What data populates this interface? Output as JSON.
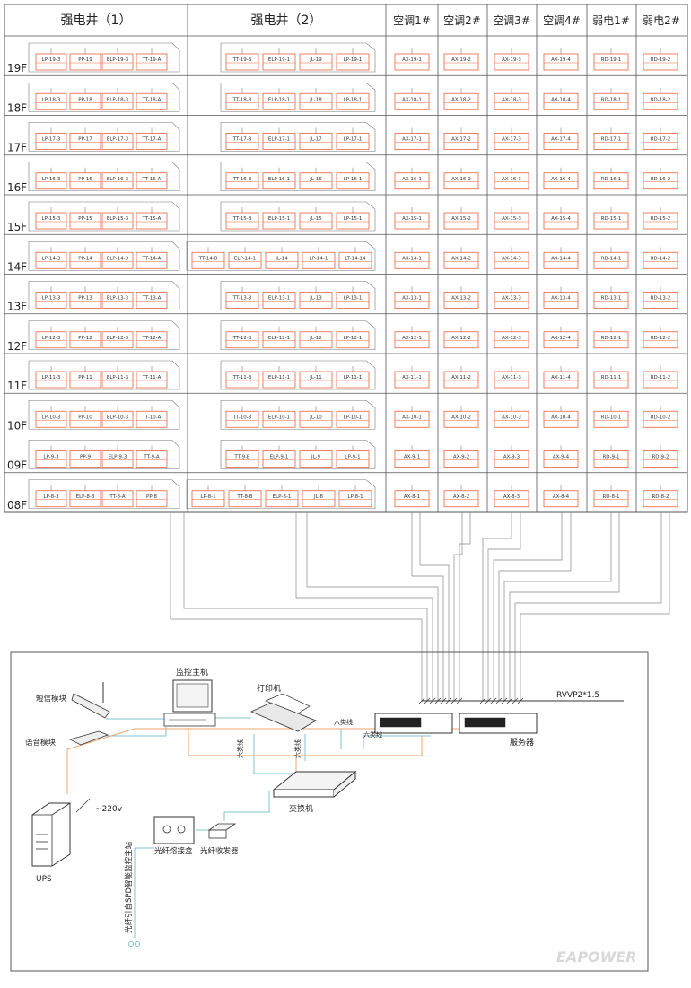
{
  "columns": {
    "strong1": "强电井（1）",
    "strong2": "强电井（2）",
    "ac1": "空调1#",
    "ac2": "空调2#",
    "ac3": "空调3#",
    "ac4": "空调4#",
    "weak1": "弱电1#",
    "weak2": "弱电2#"
  },
  "floors": [
    {
      "label": "19F",
      "s1": [
        "LP-19-3",
        "PP-19",
        "ELP-19-3",
        "TT-19-A"
      ],
      "s2": [
        "TT-19-B",
        "ELP-19-1",
        "JL-19",
        "LP-19-1"
      ],
      "ac": [
        "AX-19-1",
        "AX-19-2",
        "AX-19-3",
        "AX-19-4"
      ],
      "wk": [
        "RD-19-1",
        "RD-19-2"
      ]
    },
    {
      "label": "18F",
      "s1": [
        "LP-18-3",
        "PP-18",
        "ELP-18-3",
        "TT-18-A"
      ],
      "s2": [
        "TT-18-B",
        "ELP-18-1",
        "JL-18",
        "LP-18-1"
      ],
      "ac": [
        "AX-18-1",
        "AX-18-2",
        "AX-18-3",
        "AX-18-4"
      ],
      "wk": [
        "RD-18-1",
        "RD-18-2"
      ]
    },
    {
      "label": "17F",
      "s1": [
        "LP-17-3",
        "PP-17",
        "ELP-17-3",
        "TT-17-A"
      ],
      "s2": [
        "TT-17-B",
        "ELP-17-1",
        "JL-17",
        "LP-17-1"
      ],
      "ac": [
        "AX-17-1",
        "AX-17-2",
        "AX-17-3",
        "AX-17-4"
      ],
      "wk": [
        "RD-17-1",
        "RD-17-2"
      ]
    },
    {
      "label": "16F",
      "s1": [
        "LP-16-3",
        "PP-16",
        "ELP-16-3",
        "TT-16-A"
      ],
      "s2": [
        "TT-16-B",
        "ELP-16-1",
        "JL-16",
        "LP-16-1"
      ],
      "ac": [
        "AX-16-1",
        "AX-16-2",
        "AX-16-3",
        "AX-16-4"
      ],
      "wk": [
        "RD-16-1",
        "RD-16-2"
      ]
    },
    {
      "label": "15F",
      "s1": [
        "LP-15-3",
        "PP-15",
        "ELP-15-3",
        "TT-15-A"
      ],
      "s2": [
        "TT-15-B",
        "ELP-15-1",
        "JL-15",
        "LP-15-1"
      ],
      "ac": [
        "AX-15-1",
        "AX-15-2",
        "AX-15-3",
        "AX-15-4"
      ],
      "wk": [
        "RD-15-1",
        "RD-15-2"
      ]
    },
    {
      "label": "14F",
      "s1": [
        "LP-14-3",
        "PP-14",
        "ELP-14-3",
        "TT-14-A"
      ],
      "s2": [
        "TT-14-B",
        "ELP-14-1",
        "JL-14",
        "LP-14-1",
        "LT-14-14"
      ],
      "ac": [
        "AX-14-1",
        "AX-14-2",
        "AX-14-3",
        "AX-14-4"
      ],
      "wk": [
        "RD-14-1",
        "RD-14-2"
      ]
    },
    {
      "label": "13F",
      "s1": [
        "LP-13-3",
        "PP-13",
        "ELP-13-3",
        "TT-13-A"
      ],
      "s2": [
        "TT-13-B",
        "ELP-13-1",
        "JL-13",
        "LP-13-1"
      ],
      "ac": [
        "AX-13-1",
        "AX-13-2",
        "AX-13-3",
        "AX-13-4"
      ],
      "wk": [
        "RD-13-1",
        "RD-13-2"
      ]
    },
    {
      "label": "12F",
      "s1": [
        "LP-12-3",
        "PP-12",
        "ELP-12-3",
        "TT-12-A"
      ],
      "s2": [
        "TT-12-B",
        "ELP-12-1",
        "JL-12",
        "LP-12-1"
      ],
      "ac": [
        "AX-12-1",
        "AX-12-2",
        "AX-12-3",
        "AX-12-4"
      ],
      "wk": [
        "RD-12-1",
        "RD-12-2"
      ]
    },
    {
      "label": "11F",
      "s1": [
        "LP-11-3",
        "PP-11",
        "ELP-11-3",
        "TT-11-A"
      ],
      "s2": [
        "TT-11-B",
        "ELP-11-1",
        "JL-11",
        "LP-11-1"
      ],
      "ac": [
        "AX-11-1",
        "AX-11-2",
        "AX-11-3",
        "AX-11-4"
      ],
      "wk": [
        "RD-11-1",
        "RD-11-2"
      ]
    },
    {
      "label": "10F",
      "s1": [
        "LP-10-3",
        "PP-10",
        "ELP-10-3",
        "TT-10-A"
      ],
      "s2": [
        "TT-10-B",
        "ELP-10-1",
        "JL-10",
        "LP-10-1"
      ],
      "ac": [
        "AX-10-1",
        "AX-10-2",
        "AX-10-3",
        "AX-10-4"
      ],
      "wk": [
        "RD-10-1",
        "RD-10-2"
      ]
    },
    {
      "label": "09F",
      "s1": [
        "LP-9-3",
        "PP-9",
        "ELP-9-3",
        "TT-9-A"
      ],
      "s2": [
        "TT-9-B",
        "ELP-9-1",
        "JL-9",
        "LP-9-1"
      ],
      "ac": [
        "AX-9-1",
        "AX-9-2",
        "AX-9-3",
        "AX-9-4"
      ],
      "wk": [
        "RD-9-1",
        "RD-9-2"
      ]
    },
    {
      "label": "08F",
      "s1": [
        "LP-8-3",
        "ELP-8-3",
        "TT-8-A",
        "PP-8"
      ],
      "s2": [
        "LP-8-1",
        "TT-8-B",
        "ELP-8-1",
        "JL-8",
        "LP-8-1"
      ],
      "ac": [
        "AX-8-1",
        "AX-8-2",
        "AX-8-3",
        "AX-8-4"
      ],
      "wk": [
        "RD-8-1",
        "RD-8-2"
      ]
    }
  ],
  "devices": {
    "host": "监控主机",
    "printer": "打印机",
    "sms": "短信模块",
    "voice": "语音模块",
    "server": "服务器",
    "switch": "交换机",
    "ups": "UPS",
    "fiber_box": "光纤熔接盒",
    "fiber_tx": "光纤收发器"
  },
  "cables": {
    "rvvp": "RVVP2*1.5",
    "cat6_a": "六类线",
    "cat6_b": "六类线",
    "cat6_c": "六类线",
    "cat6_d": "六类线",
    "power": "~220v",
    "fiber_note": "光纤引自SPD智能监控主站"
  },
  "watermark": "EAPOWER",
  "colors": {
    "grid": "#555555",
    "module_border": "#e8623a",
    "cable_blue": "#7fc3d6",
    "cable_orange": "#f0a46c",
    "cable_gray": "#888888",
    "line_dark": "#333333"
  }
}
